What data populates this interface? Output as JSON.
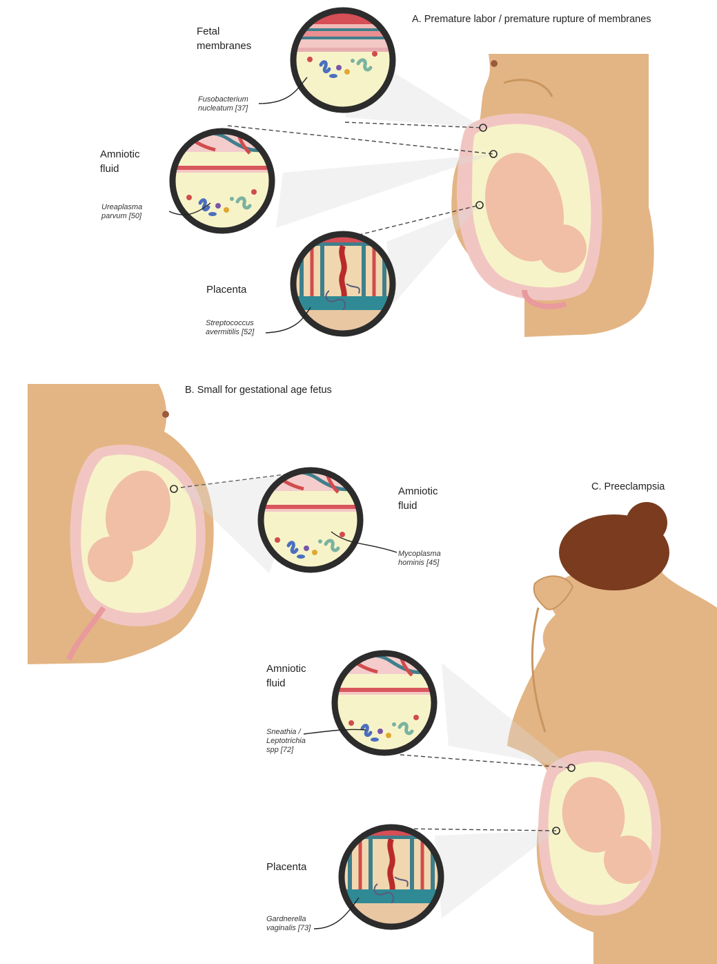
{
  "panels": {
    "a": {
      "title": "A. Premature labor / premature rupture of membranes",
      "site1": "Fetal\nmembranes",
      "org1": "Fusobacterium\nnucleatum [37]",
      "site2": "Amniotic\nfluid",
      "org2": "Ureaplasma\nparvum [50]",
      "site3": "Placenta",
      "org3": "Streptococcus\navermitilis [52]"
    },
    "b": {
      "title": "B. Small for gestational age fetus",
      "site1": "Amniotic\nfluid",
      "org1": "Mycoplasma\nhominis [45]"
    },
    "c": {
      "title": "C. Preeclampsia",
      "site1": "Amniotic\nfluid",
      "org1": "Sneathia /\nLeptotrichia\nspp [72]",
      "site2": "Placenta",
      "org2": "Gardnerella\nvaginalis [73]"
    }
  },
  "colors": {
    "skin": "#e3b584",
    "skin_shadow": "#c9955f",
    "uterus": "#f1c6c2",
    "amniotic": "#f7f3c9",
    "fetus": "#f0bfa6",
    "hair": "#7a3b1e",
    "membrane_red": "#d0555a",
    "membrane_teal": "#3f7f8c",
    "ring": "#2c2c2c"
  },
  "icons": {
    "zoom_lens": "magnifier-circle",
    "bacteria": "microbe-icons"
  }
}
